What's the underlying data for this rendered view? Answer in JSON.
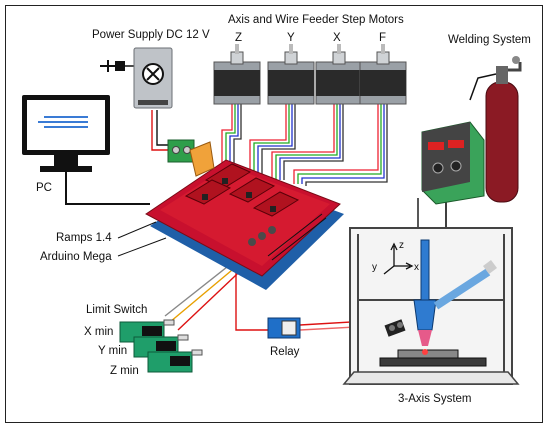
{
  "labels": {
    "power_supply": "Power Supply DC 12 V",
    "motors_title": "Axis and Wire Feeder Step Motors",
    "motor_z": "Z",
    "motor_y": "Y",
    "motor_x": "X",
    "motor_f": "F",
    "welding_system": "Welding System",
    "pc": "PC",
    "ramps": "Ramps 1.4",
    "arduino": "Arduino Mega",
    "limit_switch": "Limit Switch",
    "x_min": "X min",
    "y_min": "Y min",
    "z_min": "Z min",
    "relay": "Relay",
    "three_axis": "3-Axis System",
    "axis_z": "z",
    "axis_y": "y",
    "axis_x": "x"
  },
  "colors": {
    "board_red": "#c8102e",
    "arduino_blue": "#1f5fa8",
    "driver_red": "#b0121f",
    "terminal_green": "#2e9e4a",
    "psu_gray": "#bfc3c8",
    "monitor_blue": "#3a7bd5",
    "welder_green": "#3aa35a",
    "cylinder_red": "#8b1a24",
    "switch_green": "#1f9e6a"
  }
}
